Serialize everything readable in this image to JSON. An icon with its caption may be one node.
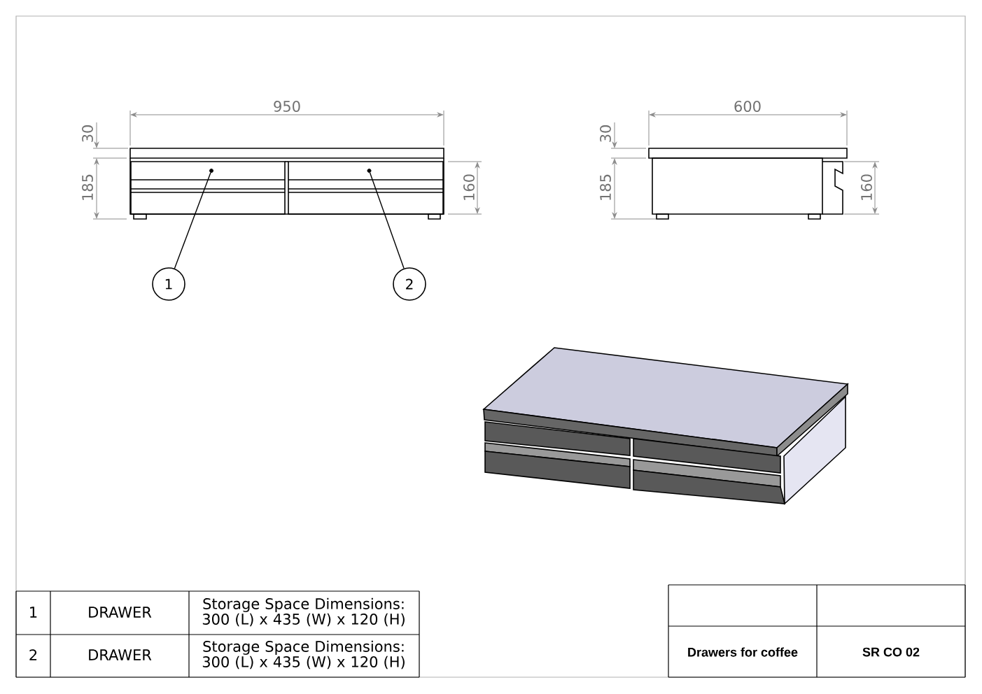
{
  "diagram": {
    "nodes": [
      {
        "text": [
          "1"
        ]
      },
      {
        "text": [
          "2"
        ]
      },
      {
        "text": [],
        "shape": "box"
      },
      {
        "text": [],
        "shape": "box"
      },
      {
        "text": [],
        "shape": "circle",
        "in": 2
      },
      {
        "text": [],
        "shape": "circle",
        "in": 3
      }
    ],
    "edges": [
      {
        "from": 0,
        "to": 4,
        "arrow": "none"
      },
      {
        "from": 1,
        "to": 5,
        "arrow": "none"
      }
    ],
    "labels": [
      "950",
      "30",
      "185",
      "160",
      "600",
      "30",
      "185",
      "160",
      "1",
      "DRAWER",
      "Storage Space Dimensions: 300 (L) x 435 (W) x 120 (H)",
      "2",
      "DRAWER",
      "Storage Space Dimensions: 300 (L) x 435 (W) x 120 (H)",
      "Drawers for coffee",
      "SR CO 02"
    ]
  }
}
